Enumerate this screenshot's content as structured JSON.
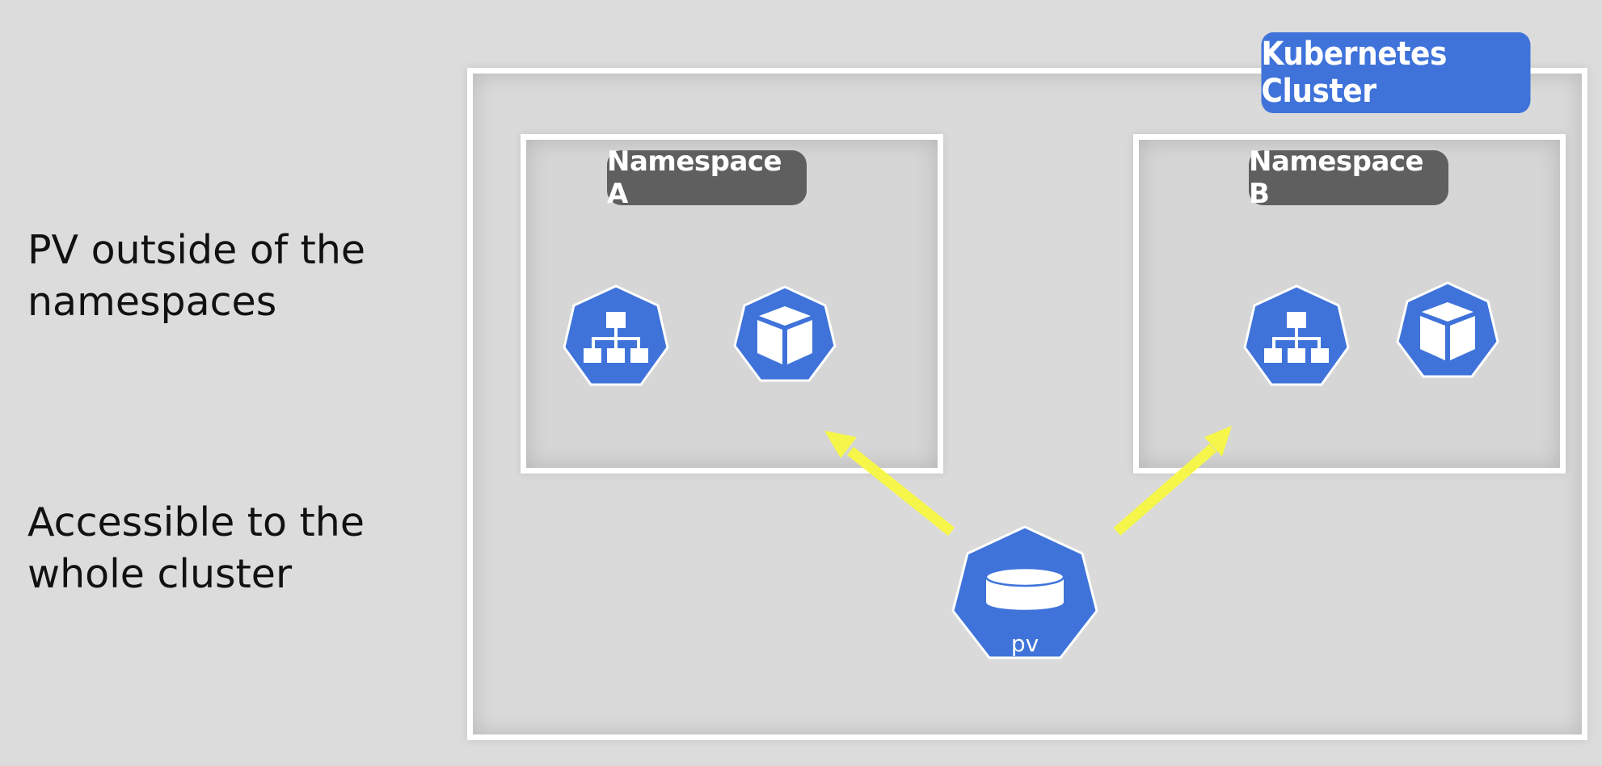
{
  "left_text": {
    "point_1": [
      "PV outside of the",
      "namespaces"
    ],
    "point_2": [
      "Accessible to the",
      "whole cluster"
    ]
  },
  "cluster": {
    "label": "Kubernetes Cluster"
  },
  "namespaces": [
    {
      "label": "Namespace A"
    },
    {
      "label": "Namespace B"
    }
  ],
  "pv": {
    "label": "pv"
  },
  "icons": [
    "service-icon",
    "pod-icon",
    "service-icon",
    "pod-icon",
    "persistent-volume-icon"
  ],
  "colors": {
    "background": "#dcdcdc",
    "k8s_blue": "#3f73da",
    "namespace_tag": "#5f5f5f",
    "arrow": "#f6f64a",
    "border": "#ffffff"
  }
}
